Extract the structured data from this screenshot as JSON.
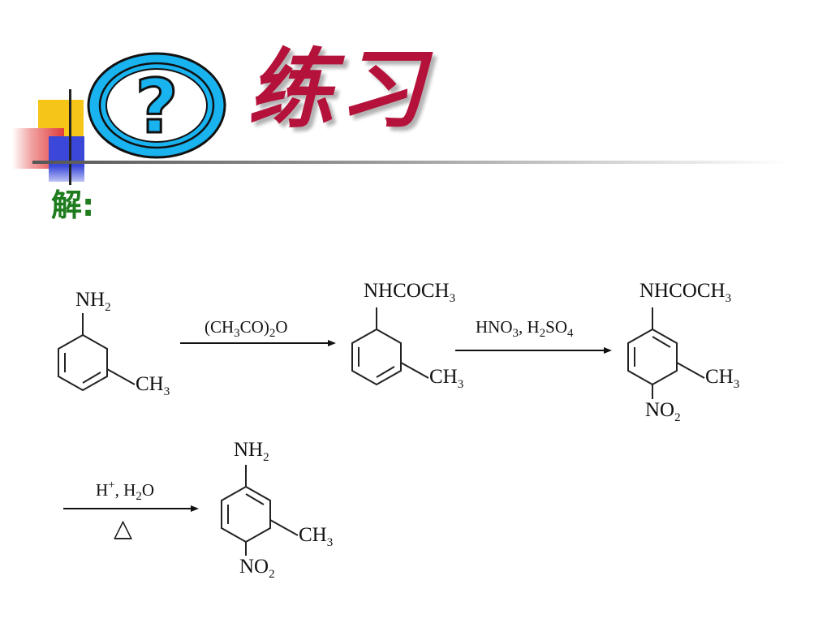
{
  "slide": {
    "title": "练习",
    "answer_label": "解:"
  },
  "icons": {
    "question_icon": "question-mark-icon",
    "question_glyph": "?"
  },
  "colors": {
    "title": "#b4123a",
    "answer_label": "#1e7c1e",
    "icon_fill": "#19b3f0"
  },
  "scheme": {
    "step1": {
      "start_top_group": {
        "main": "NH",
        "sub": "2"
      },
      "start_side_group": {
        "main": "CH",
        "sub": "3"
      },
      "reagent": {
        "p1": "(CH",
        "s1": "3",
        "p2": "CO)",
        "s2": "2",
        "p3": "O"
      },
      "product_top_group": {
        "main": "NHCOCH",
        "sub": "3"
      },
      "product_side_group": {
        "main": "CH",
        "sub": "3"
      }
    },
    "step2": {
      "reagent": {
        "p1": "HNO",
        "s1": "3",
        "p2": ", H",
        "s2": "2",
        "p3": "SO",
        "s3": "4"
      },
      "product_top_group": {
        "main": "NHCOCH",
        "sub": "3"
      },
      "product_side_group": {
        "main": "CH",
        "sub": "3"
      },
      "product_bottom_group": {
        "main": "NO",
        "sub": "2"
      }
    },
    "step3": {
      "reagent": {
        "p1": "H",
        "sup": "+",
        "p2": ", H",
        "s1": "2",
        "p3": "O"
      },
      "condition": "△",
      "product_top_group": {
        "main": "NH",
        "sub": "2"
      },
      "product_side_group": {
        "main": "CH",
        "sub": "3"
      },
      "product_bottom_group": {
        "main": "NO",
        "sub": "2"
      }
    }
  }
}
